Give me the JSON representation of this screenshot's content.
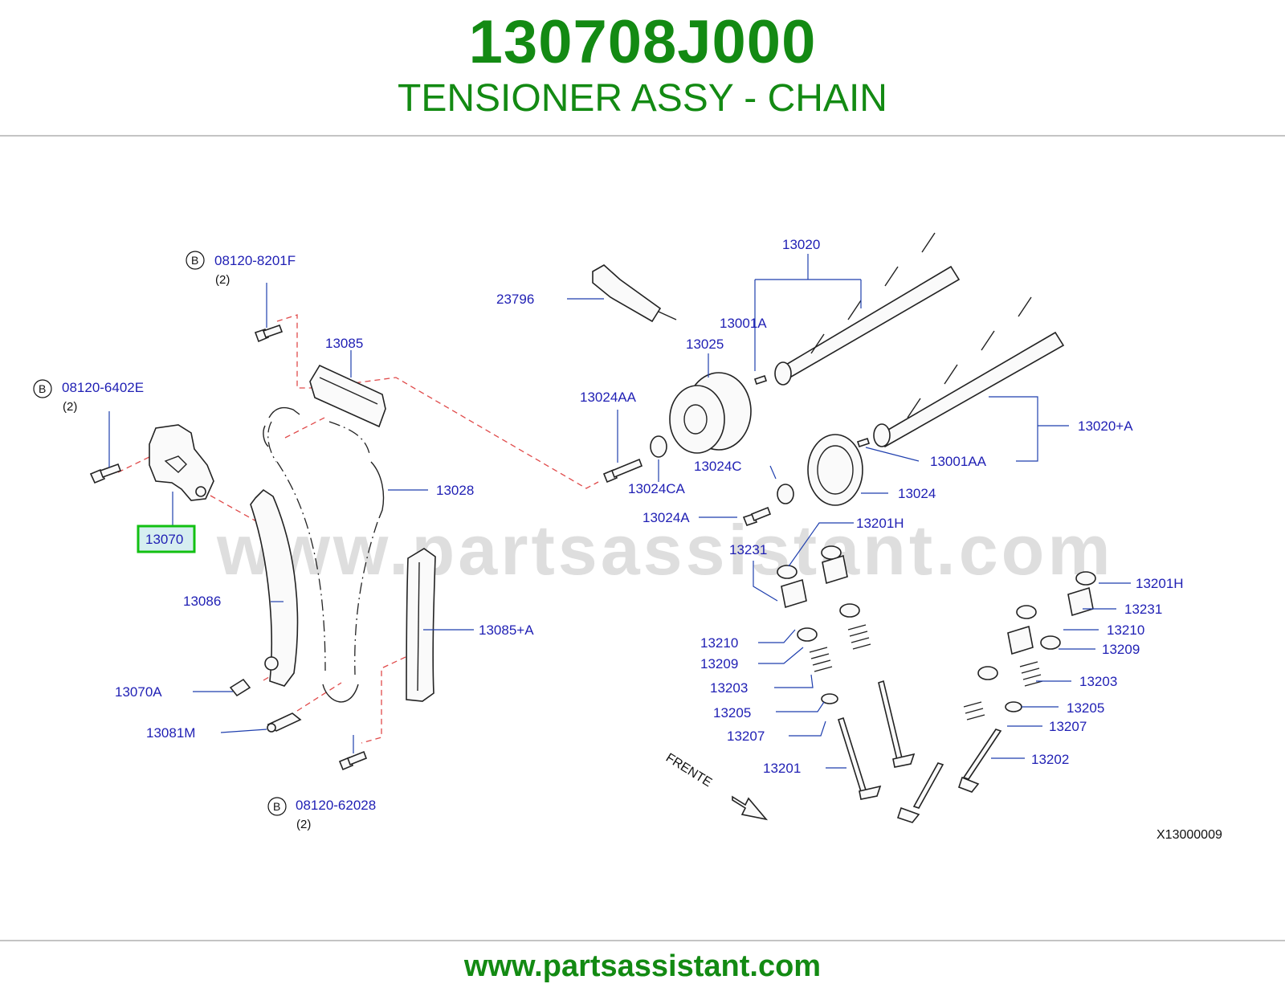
{
  "header": {
    "part_number": "130708J000",
    "part_name": "TENSIONER ASSY - CHAIN"
  },
  "footer": {
    "url": "www.partsassistant.com"
  },
  "watermark": "www.partsassistant.com",
  "diagram_ref": "X13000009",
  "frente_label": "FRENTE",
  "highlight_color": "#12c012",
  "brand_color": "#138a13",
  "callout_color": "#1f1fb4",
  "bolts": [
    {
      "badge": "B",
      "number": "08120-8201F",
      "qty": "(2)"
    },
    {
      "badge": "B",
      "number": "08120-6402E",
      "qty": "(2)"
    },
    {
      "badge": "B",
      "number": "08120-62028",
      "qty": "(2)"
    }
  ],
  "callouts": {
    "c13070": "13070",
    "c13085": "13085",
    "c13028": "13028",
    "c13086": "13086",
    "c13085a": "13085+A",
    "c13070a": "13070A",
    "c13081m": "13081M",
    "c23796": "23796",
    "c13020": "13020",
    "c13001a": "13001A",
    "c13025": "13025",
    "c13024aa": "13024AA",
    "c13020a": "13020+A",
    "c13001aa": "13001AA",
    "c13024c": "13024C",
    "c13024ca": "13024CA",
    "c13024": "13024",
    "c13024a": "13024A",
    "c13201h_l": "13201H",
    "c13231_l": "13231",
    "c13210_l": "13210",
    "c13209_l": "13209",
    "c13203_l": "13203",
    "c13205_l": "13205",
    "c13207_l": "13207",
    "c13201": "13201",
    "c13201h_r": "13201H",
    "c13231_r": "13231",
    "c13210_r": "13210",
    "c13209_r": "13209",
    "c13203_r": "13203",
    "c13205_r": "13205",
    "c13207_r": "13207",
    "c13202": "13202"
  }
}
